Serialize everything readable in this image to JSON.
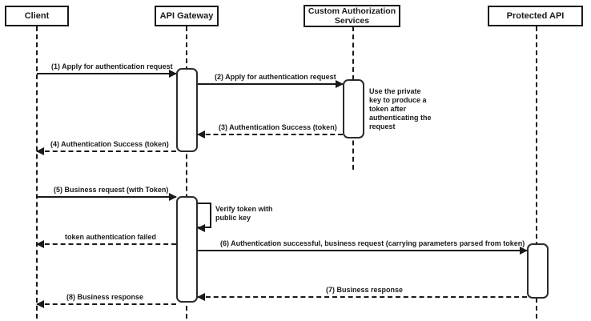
{
  "diagram": {
    "type": "sequence-diagram",
    "actors": [
      {
        "label": "Client"
      },
      {
        "label": "API Gateway"
      },
      {
        "label": "Custom Authorization Services"
      },
      {
        "label": "Protected API"
      }
    ],
    "messages": [
      {
        "label": "(1) Apply for authentication request",
        "from": "Client",
        "to": "API Gateway",
        "line": "solid"
      },
      {
        "label": "(2) Apply for authentication request",
        "from": "API Gateway",
        "to": "Custom Authorization Services",
        "line": "solid"
      },
      {
        "label": "(3) Authentication Success (token)",
        "from": "Custom Authorization Services",
        "to": "API Gateway",
        "line": "dashed"
      },
      {
        "label": "(4) Authentication Success (token)",
        "from": "API Gateway",
        "to": "Client",
        "line": "dashed"
      },
      {
        "label": "(5) Business request (with Token)",
        "from": "Client",
        "to": "API Gateway",
        "line": "solid"
      },
      {
        "label": "Verify token with public key",
        "from": "API Gateway",
        "to": "API Gateway",
        "line": "solid",
        "kind": "self"
      },
      {
        "label": "token authentication failed",
        "from": "API Gateway",
        "to": "Client",
        "line": "dashed"
      },
      {
        "label": "(6) Authentication successful, business request (carrying parameters parsed from token)",
        "from": "API Gateway",
        "to": "Protected API",
        "line": "solid"
      },
      {
        "label": "(7) Business response",
        "from": "Protected API",
        "to": "API Gateway",
        "line": "dashed"
      },
      {
        "label": "(8) Business response",
        "from": "API Gateway",
        "to": "Client",
        "line": "dashed"
      }
    ],
    "note": {
      "text": "Use the private key to produce a token after authenticating the request"
    },
    "colors": {
      "line": "#1a1a1a",
      "background": "#ffffff"
    }
  }
}
